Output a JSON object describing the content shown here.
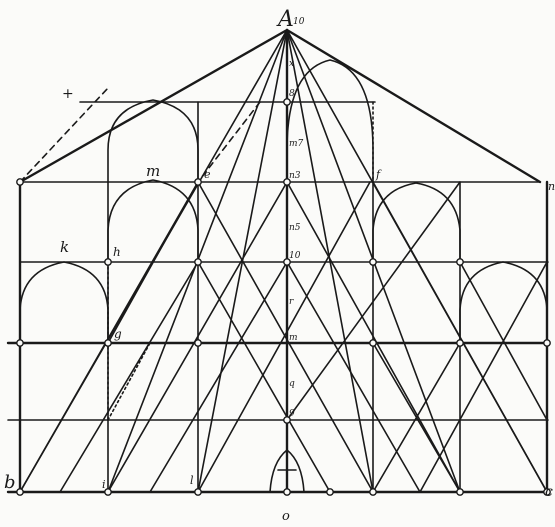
{
  "diagram": {
    "labels": {
      "apex": "A",
      "apex_mark": "10",
      "bottom_left": "b",
      "bottom_center": "o",
      "right_edge": "c",
      "pinnacle_k": "k",
      "pinnacle_m": "m",
      "point_h": "h",
      "point_g": "g",
      "point_e": "e",
      "point_f": "f",
      "point_i": "i",
      "point_l": "l",
      "point_plus": "+",
      "right_mark": "n"
    },
    "axis_marks": [
      "x",
      "8",
      "m7",
      "n3",
      "n5",
      "10",
      "r",
      "m",
      "q",
      "9"
    ]
  },
  "colors": {
    "ink": "#1a1a1a",
    "paper": "#fbfbf9"
  }
}
